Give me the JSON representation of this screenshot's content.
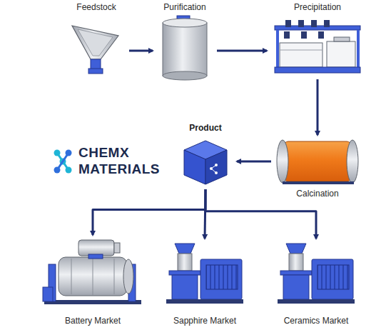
{
  "diagram": {
    "nodes": [
      {
        "text": [
          "Feedstock"
        ]
      },
      {
        "text": [
          "Purification"
        ]
      },
      {
        "text": [
          "Precipitation"
        ]
      },
      {
        "text": [
          "Calcination"
        ]
      },
      {
        "text": [
          "Product"
        ]
      },
      {
        "text": [
          "Battery Market"
        ]
      },
      {
        "text": [
          "Sapphire Market"
        ]
      },
      {
        "text": [
          "Ceramics Market"
        ]
      }
    ],
    "edges": [
      {
        "from": 0,
        "to": 1,
        "arrow": "to"
      },
      {
        "from": 1,
        "to": 2,
        "arrow": "to"
      },
      {
        "from": 2,
        "to": 3,
        "arrow": "to"
      },
      {
        "from": 3,
        "to": 4,
        "arrow": "to"
      },
      {
        "from": 4,
        "to": 5,
        "arrow": "to"
      },
      {
        "from": 4,
        "to": 6,
        "arrow": "to"
      },
      {
        "from": 4,
        "to": 7,
        "arrow": "to"
      }
    ],
    "labels": [
      "CHEMX",
      "MATERIALS"
    ]
  }
}
